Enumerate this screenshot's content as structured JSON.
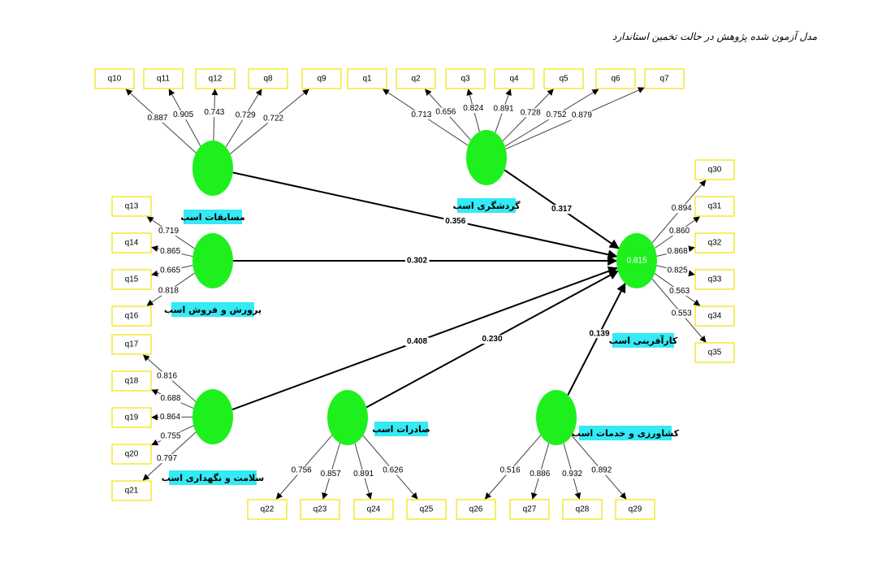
{
  "caption": "مدل آزمون شده پژوهش در حالت تخمین استاندارد",
  "colors": {
    "latent": "#1ef01e",
    "label_bg": "#33eaf5",
    "indicator_border": "#f2e200"
  },
  "latents": [
    {
      "id": "L1",
      "label": "مسابقات اسب"
    },
    {
      "id": "L2",
      "label": "گردشگری اسب"
    },
    {
      "id": "L3",
      "label": "پرورش و فروش اسب"
    },
    {
      "id": "L4",
      "label": "سلامت و نگهداری اسب"
    },
    {
      "id": "L5",
      "label": "صادرات اسب"
    },
    {
      "id": "L6",
      "label": "کشاورزی و خدمات اسب"
    },
    {
      "id": "L7",
      "label": "کارآفرینی اسب",
      "r2": "0.815"
    }
  ],
  "indicators": [
    {
      "name": "q10",
      "latent": "L1",
      "loading": "0.887"
    },
    {
      "name": "q11",
      "latent": "L1",
      "loading": "0.905"
    },
    {
      "name": "q12",
      "latent": "L1",
      "loading": "0.743"
    },
    {
      "name": "q8",
      "latent": "L1",
      "loading": "0.729"
    },
    {
      "name": "q9",
      "latent": "L1",
      "loading": "0.722"
    },
    {
      "name": "q1",
      "latent": "L2",
      "loading": "0.713"
    },
    {
      "name": "q2",
      "latent": "L2",
      "loading": "0.656"
    },
    {
      "name": "q3",
      "latent": "L2",
      "loading": "0.824"
    },
    {
      "name": "q4",
      "latent": "L2",
      "loading": "0.891"
    },
    {
      "name": "q5",
      "latent": "L2",
      "loading": "0.728"
    },
    {
      "name": "q6",
      "latent": "L2",
      "loading": "0.752"
    },
    {
      "name": "q7",
      "latent": "L2",
      "loading": "0.879"
    },
    {
      "name": "q13",
      "latent": "L3",
      "loading": "0.719"
    },
    {
      "name": "q14",
      "latent": "L3",
      "loading": "0.865"
    },
    {
      "name": "q15",
      "latent": "L3",
      "loading": "0.665"
    },
    {
      "name": "q16",
      "latent": "L3",
      "loading": "0.818"
    },
    {
      "name": "q17",
      "latent": "L4",
      "loading": "0.816"
    },
    {
      "name": "q18",
      "latent": "L4",
      "loading": "0.688"
    },
    {
      "name": "q19",
      "latent": "L4",
      "loading": "0.864"
    },
    {
      "name": "q20",
      "latent": "L4",
      "loading": "0.755"
    },
    {
      "name": "q21",
      "latent": "L4",
      "loading": "0.797"
    },
    {
      "name": "q22",
      "latent": "L5",
      "loading": "0.756"
    },
    {
      "name": "q23",
      "latent": "L5",
      "loading": "0.857"
    },
    {
      "name": "q24",
      "latent": "L5",
      "loading": "0.891"
    },
    {
      "name": "q25",
      "latent": "L5",
      "loading": "0.626"
    },
    {
      "name": "q26",
      "latent": "L6",
      "loading": "0.516"
    },
    {
      "name": "q27",
      "latent": "L6",
      "loading": "0.886"
    },
    {
      "name": "q28",
      "latent": "L6",
      "loading": "0.932"
    },
    {
      "name": "q29",
      "latent": "L6",
      "loading": "0.892"
    },
    {
      "name": "q30",
      "latent": "L7",
      "loading": "0.894"
    },
    {
      "name": "q31",
      "latent": "L7",
      "loading": "0.860"
    },
    {
      "name": "q32",
      "latent": "L7",
      "loading": "0.868"
    },
    {
      "name": "q33",
      "latent": "L7",
      "loading": "0.825"
    },
    {
      "name": "q34",
      "latent": "L7",
      "loading": "0.563"
    },
    {
      "name": "q35",
      "latent": "L7",
      "loading": "0.553"
    }
  ],
  "paths": [
    {
      "from": "L1",
      "to": "L7",
      "coef": "0.356"
    },
    {
      "from": "L2",
      "to": "L7",
      "coef": "0.317"
    },
    {
      "from": "L3",
      "to": "L7",
      "coef": "0.302"
    },
    {
      "from": "L4",
      "to": "L7",
      "coef": "0.408"
    },
    {
      "from": "L5",
      "to": "L7",
      "coef": "0.230"
    },
    {
      "from": "L6",
      "to": "L7",
      "coef": "0.139"
    }
  ]
}
